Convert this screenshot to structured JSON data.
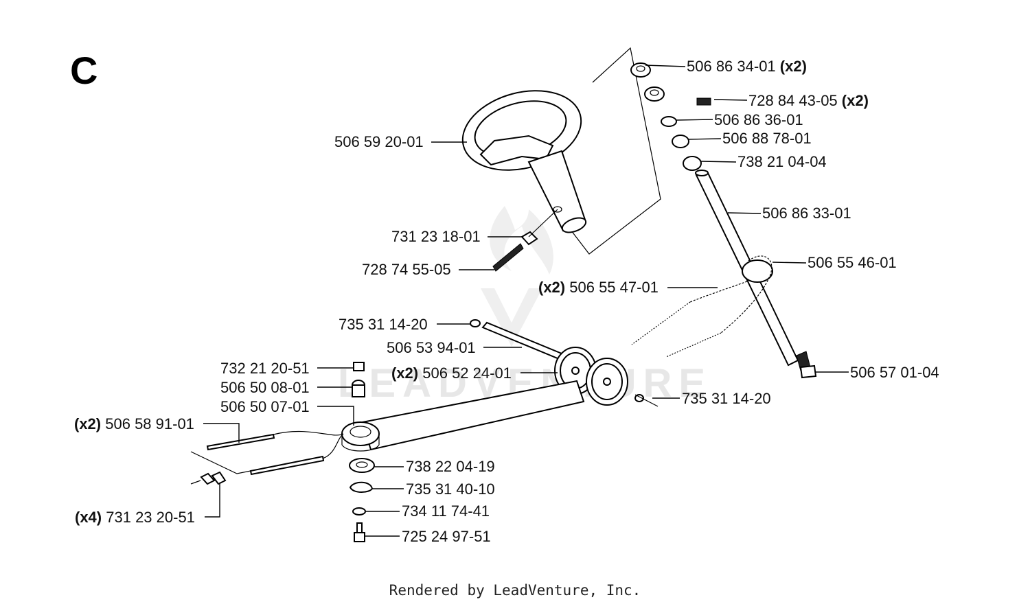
{
  "section_letter": "C",
  "footer": "Rendered by LeadVenture, Inc.",
  "watermark": "LEADVENTURE",
  "colors": {
    "ink": "#000000",
    "watermark": "#e7e7e7",
    "background": "#ffffff"
  },
  "callouts": [
    {
      "qty": "",
      "part": "506 86 34-01",
      "qty_after": "(x2)"
    },
    {
      "qty": "",
      "part": "728 84 43-05",
      "qty_after": "(x2)"
    },
    {
      "qty": "",
      "part": "506 86 36-01",
      "qty_after": ""
    },
    {
      "qty": "",
      "part": "506 88 78-01",
      "qty_after": ""
    },
    {
      "qty": "",
      "part": "738 21 04-04",
      "qty_after": ""
    },
    {
      "qty": "",
      "part": "506 59 20-01",
      "qty_after": ""
    },
    {
      "qty": "",
      "part": "506 86 33-01",
      "qty_after": ""
    },
    {
      "qty": "",
      "part": "731 23 18-01",
      "qty_after": ""
    },
    {
      "qty": "",
      "part": "506 55 46-01",
      "qty_after": ""
    },
    {
      "qty": "",
      "part": "728 74 55-05",
      "qty_after": ""
    },
    {
      "qty": "(x2)",
      "part": "506 55 47-01",
      "qty_after": ""
    },
    {
      "qty": "",
      "part": "735 31 14-20",
      "qty_after": ""
    },
    {
      "qty": "",
      "part": "506 53 94-01",
      "qty_after": ""
    },
    {
      "qty": "",
      "part": "732 21 20-51",
      "qty_after": ""
    },
    {
      "qty": "(x2)",
      "part": "506 52 24-01",
      "qty_after": ""
    },
    {
      "qty": "",
      "part": "506 57 01-04",
      "qty_after": ""
    },
    {
      "qty": "",
      "part": "506 50 08-01",
      "qty_after": ""
    },
    {
      "qty": "",
      "part": "735 31 14-20",
      "qty_after": ""
    },
    {
      "qty": "",
      "part": "506 50 07-01",
      "qty_after": ""
    },
    {
      "qty": "(x2)",
      "part": "506 58 91-01",
      "qty_after": ""
    },
    {
      "qty": "",
      "part": "738 22 04-19",
      "qty_after": ""
    },
    {
      "qty": "",
      "part": "735 31 40-10",
      "qty_after": ""
    },
    {
      "qty": "",
      "part": "734 11 74-41",
      "qty_after": ""
    },
    {
      "qty": "(x4)",
      "part": "731 23 20-51",
      "qty_after": ""
    },
    {
      "qty": "",
      "part": "725 24 97-51",
      "qty_after": ""
    }
  ]
}
